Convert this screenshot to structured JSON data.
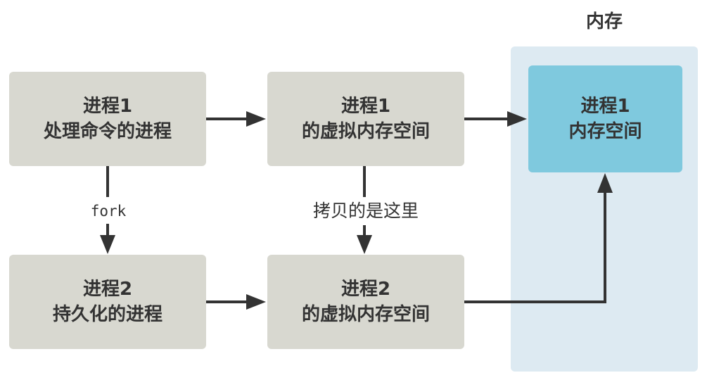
{
  "memory": {
    "title": "内存"
  },
  "boxes": {
    "p1_process": {
      "line1": "进程1",
      "line2": "处理命令的进程"
    },
    "p1_virtual": {
      "line1": "进程1",
      "line2": "的虚拟内存空间"
    },
    "p2_process": {
      "line1": "进程2",
      "line2": "持久化的进程"
    },
    "p2_virtual": {
      "line1": "进程2",
      "line2": "的虚拟内存空间"
    },
    "p1_memory": {
      "line1": "进程1",
      "line2": "内存空间"
    }
  },
  "edges": {
    "fork_label": "fork",
    "copy_label": "拷贝的是这里"
  },
  "colors": {
    "process_box": "#d8d8d0",
    "memory_box": "#7fc9de",
    "memory_region": "#ddeaf2",
    "arrow": "#333333",
    "text": "#333333"
  }
}
